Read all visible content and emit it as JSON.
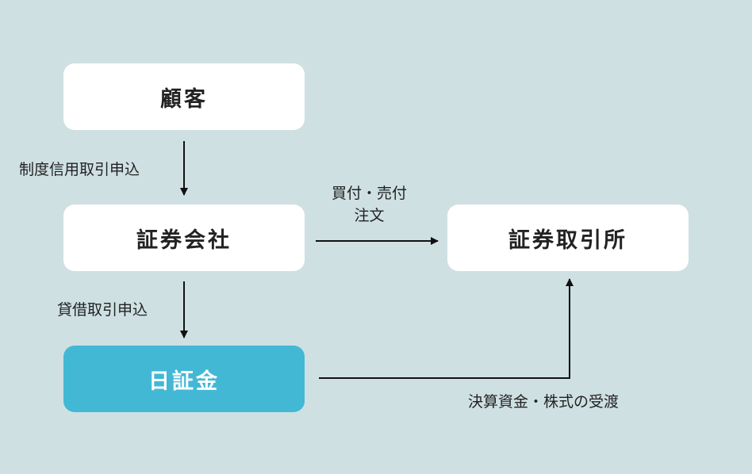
{
  "nodes": {
    "customer": "顧客",
    "securities_company": "証券会社",
    "jsf": "日証金",
    "exchange": "証券取引所"
  },
  "edges": {
    "margin_application": "制度信用取引申込",
    "lending_application": "貸借取引申込",
    "order_line1": "買付・売付",
    "order_line2": "注文",
    "settlement": "決算資金・株式の受渡"
  },
  "colors": {
    "background": "#cfe0e3",
    "box": "#ffffff",
    "accent_box": "#42b8d5",
    "line": "#111111"
  }
}
